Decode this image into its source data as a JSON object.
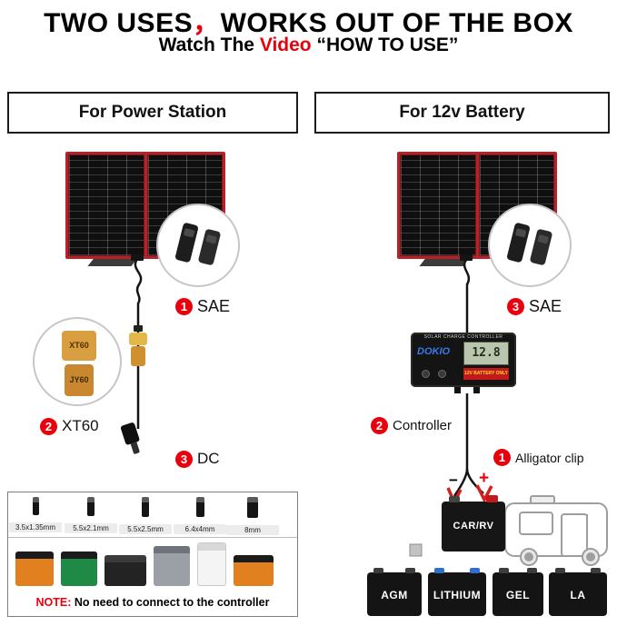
{
  "colors": {
    "accent_red": "#e8000d",
    "panel_frame_red": "#b5222a",
    "xt60_orange": "#d99e3f",
    "controller_lcd_green": "#b9c6ad",
    "battery_black": "#161616",
    "rv_line_gray": "#9e9e9e"
  },
  "header": {
    "title_1": "TWO USES",
    "title_comma": "，",
    "title_2": "WORKS OUT OF THE BOX",
    "subtitle_1": "Watch The ",
    "subtitle_video": "Video",
    "subtitle_2": " “HOW TO USE”"
  },
  "left": {
    "title": "For Power Station",
    "sae": {
      "num": "1",
      "label": "SAE"
    },
    "xt60": {
      "num": "2",
      "label": "XT60"
    },
    "dc": {
      "num": "3",
      "label": "DC"
    },
    "xt60_zoom": {
      "top": "XT60",
      "bottom": "JY60"
    },
    "adapters": [
      "3.5x1.35mm",
      "5.5x2.1mm",
      "5.5x2.5mm",
      "6.4x4mm",
      "8mm"
    ],
    "note_label": "NOTE:",
    "note_text": " No need to connect to the controller"
  },
  "right": {
    "title": "For 12v Battery",
    "sae": {
      "num": "3",
      "label": "SAE"
    },
    "controller_step": {
      "num": "2",
      "label": "Controller"
    },
    "alligator": {
      "num": "1",
      "label": "Alligator clip"
    },
    "controller": {
      "top_text": "SOLAR CHARGE CONTROLLER",
      "brand": "DOKIO",
      "lcd": "12.8",
      "strip": "12V BATTERY ONLY"
    },
    "minus": "−",
    "plus": "+",
    "battery_label": "CAR/RV",
    "battery_types": [
      "AGM",
      "LITHIUM",
      "GEL",
      "LA"
    ]
  }
}
